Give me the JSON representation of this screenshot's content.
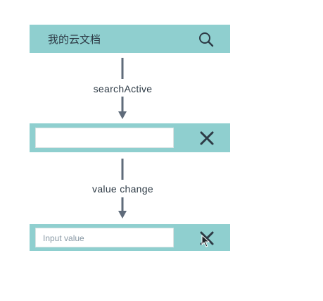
{
  "search_bar": {
    "title": "我的云文档",
    "icon": "search-icon"
  },
  "transition1": {
    "label": "searchActive"
  },
  "active_bar": {
    "input_value": "",
    "icon": "close-icon"
  },
  "transition2": {
    "label": "value change"
  },
  "filled_bar": {
    "placeholder": "Input value",
    "icon": "close-icon"
  },
  "colors": {
    "bar": "#8fcfcf",
    "text": "#2d3a45",
    "arrow": "#5f6b7a"
  }
}
